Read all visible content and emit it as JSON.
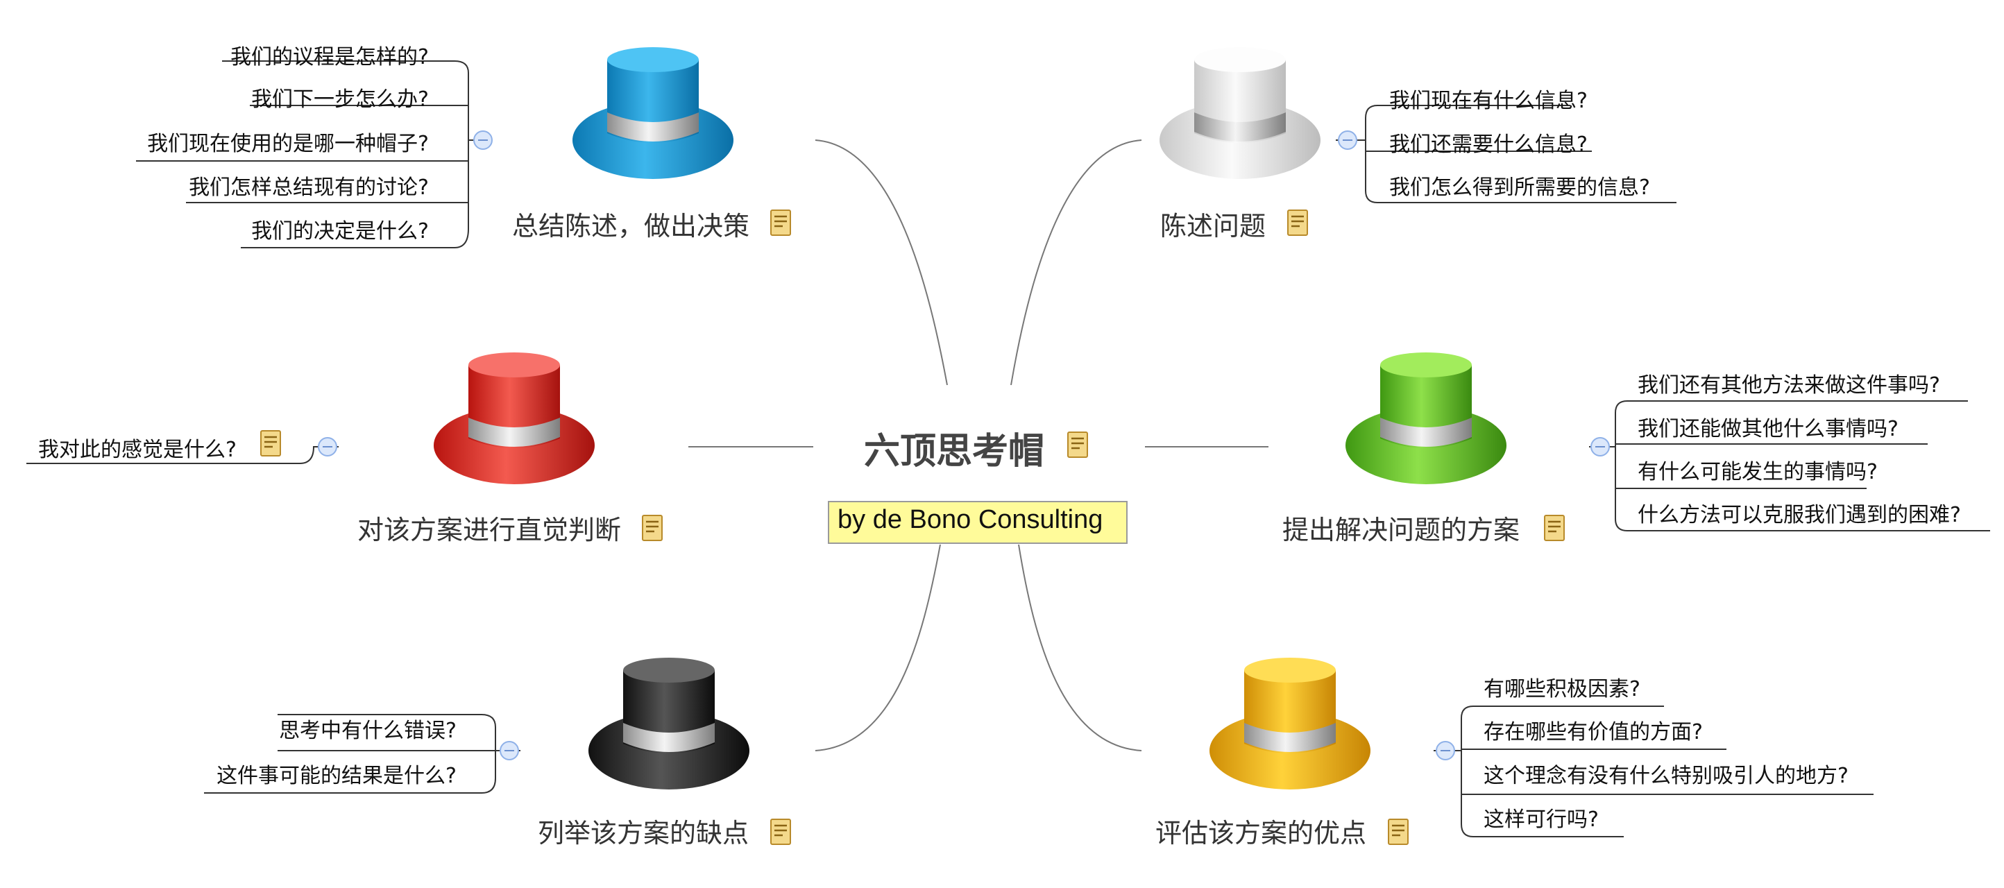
{
  "center": {
    "title": "六顶思考帽",
    "subtitle": "by de Bono Consulting"
  },
  "hat_colors": {
    "blue": "#1f9fd8",
    "white": "#e6e6e6",
    "red": "#e8332b",
    "green": "#6cc82a",
    "black": "#2a2a2a",
    "yellow": "#f0b515"
  },
  "topics": {
    "blue": {
      "label": "总结陈述，做出决策",
      "questions": [
        "我们的议程是怎样的?",
        "我们下一步怎么办?",
        "我们现在使用的是哪一种帽子?",
        "我们怎样总结现有的讨论?",
        "我们的决定是什么?"
      ]
    },
    "white": {
      "label": "陈述问题",
      "questions": [
        "我们现在有什么信息?",
        "我们还需要什么信息?",
        "我们怎么得到所需要的信息?"
      ]
    },
    "red": {
      "label": "对该方案进行直觉判断",
      "questions": [
        "我对此的感觉是什么?"
      ]
    },
    "green": {
      "label": "提出解决问题的方案",
      "questions": [
        "我们还有其他方法来做这件事吗?",
        "我们还能做其他什么事情吗?",
        "有什么可能发生的事情吗?",
        "什么方法可以克服我们遇到的困难?"
      ]
    },
    "black": {
      "label": "列举该方案的缺点",
      "questions": [
        "思考中有什么错误?",
        "这件事可能的结果是什么?"
      ]
    },
    "yellow": {
      "label": "评估该方案的优点",
      "questions": [
        "有哪些积极因素?",
        "存在哪些有价值的方面?",
        "这个理念有没有什么特别吸引人的地方?",
        "这样可行吗?"
      ]
    }
  }
}
